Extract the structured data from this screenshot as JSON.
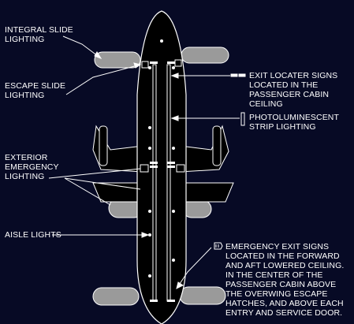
{
  "colors": {
    "background": "#070a25",
    "line": "#ffffff",
    "fuselage": "#000000"
  },
  "labels": {
    "integral_slide": "INTEGRAL SLIDE\nLIGHTING",
    "escape_slide": "ESCAPE SLIDE\nLIGHTING",
    "exterior_emergency": "EXTERIOR\nEMERGENCY\nLIGHTING",
    "aisle": "AISLE LIGHTS",
    "exit_locater": "EXIT LOCATER SIGNS\nLOCATED IN THE\nPASSENGER CABIN\nCEILING",
    "photoluminescent": "PHOTOLUMINESCENT\nSTRIP LIGHTING",
    "emergency_exit_signs": "EMERGENCY EXIT SIGNS\nLOCATED IN THE FORWARD\nAND AFT LOWERED CEILING.\nIN THE CENTER OF THE\nPASSENGER CABIN ABOVE\nTHE OVERWING ESCAPE\nHATCHES, AND ABOVE EACH\nENTRY AND SERVICE DOOR."
  },
  "icons": {
    "exit_locater": "exit-locater-sign-icon",
    "photoluminescent": "photoluminescent-strip-icon",
    "emergency_exit": "emergency-exit-sign-icon"
  }
}
